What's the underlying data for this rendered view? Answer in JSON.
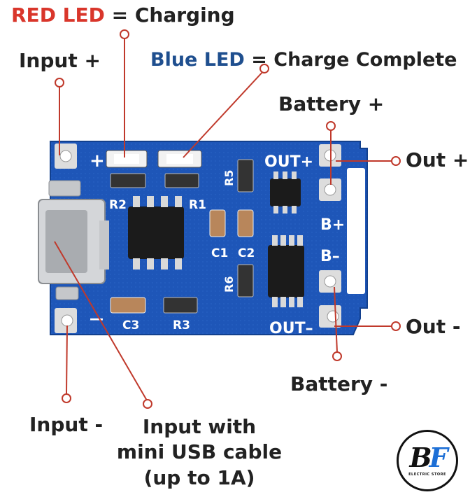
{
  "labels": {
    "red_led_word": "RED LED",
    "red_led_rest": "= Charging",
    "blue_led_word": "Blue LED",
    "blue_led_rest": "= Charge Complete",
    "input_plus": "Input +",
    "battery_plus": "Battery +",
    "out_plus": "Out +",
    "out_minus": "Out -",
    "battery_minus": "Battery -",
    "input_minus": "Input -",
    "usb_line1": "Input with",
    "usb_line2": "mini USB cable",
    "usb_line3": "(up to 1A)"
  },
  "board_silkscreen": {
    "plus": "+",
    "minus": "—",
    "r1": "R1",
    "r2": "R2",
    "r3": "R3",
    "r5": "R5",
    "r6": "R6",
    "c1": "C1",
    "c2": "C2",
    "c3": "C3",
    "out_plus": "OUT+",
    "out_minus": "OUT–",
    "b_plus": "B+",
    "b_minus": "B–"
  },
  "logo": {
    "mark_b": "B",
    "mark_f": "F",
    "subtext": "ELECTRIC STORE"
  },
  "colors": {
    "accent_red": "#d9362b",
    "accent_blue": "#1f4f8f",
    "pcb_blue": "#1e56b8",
    "leader_line": "#c0392b",
    "text": "#222222"
  }
}
